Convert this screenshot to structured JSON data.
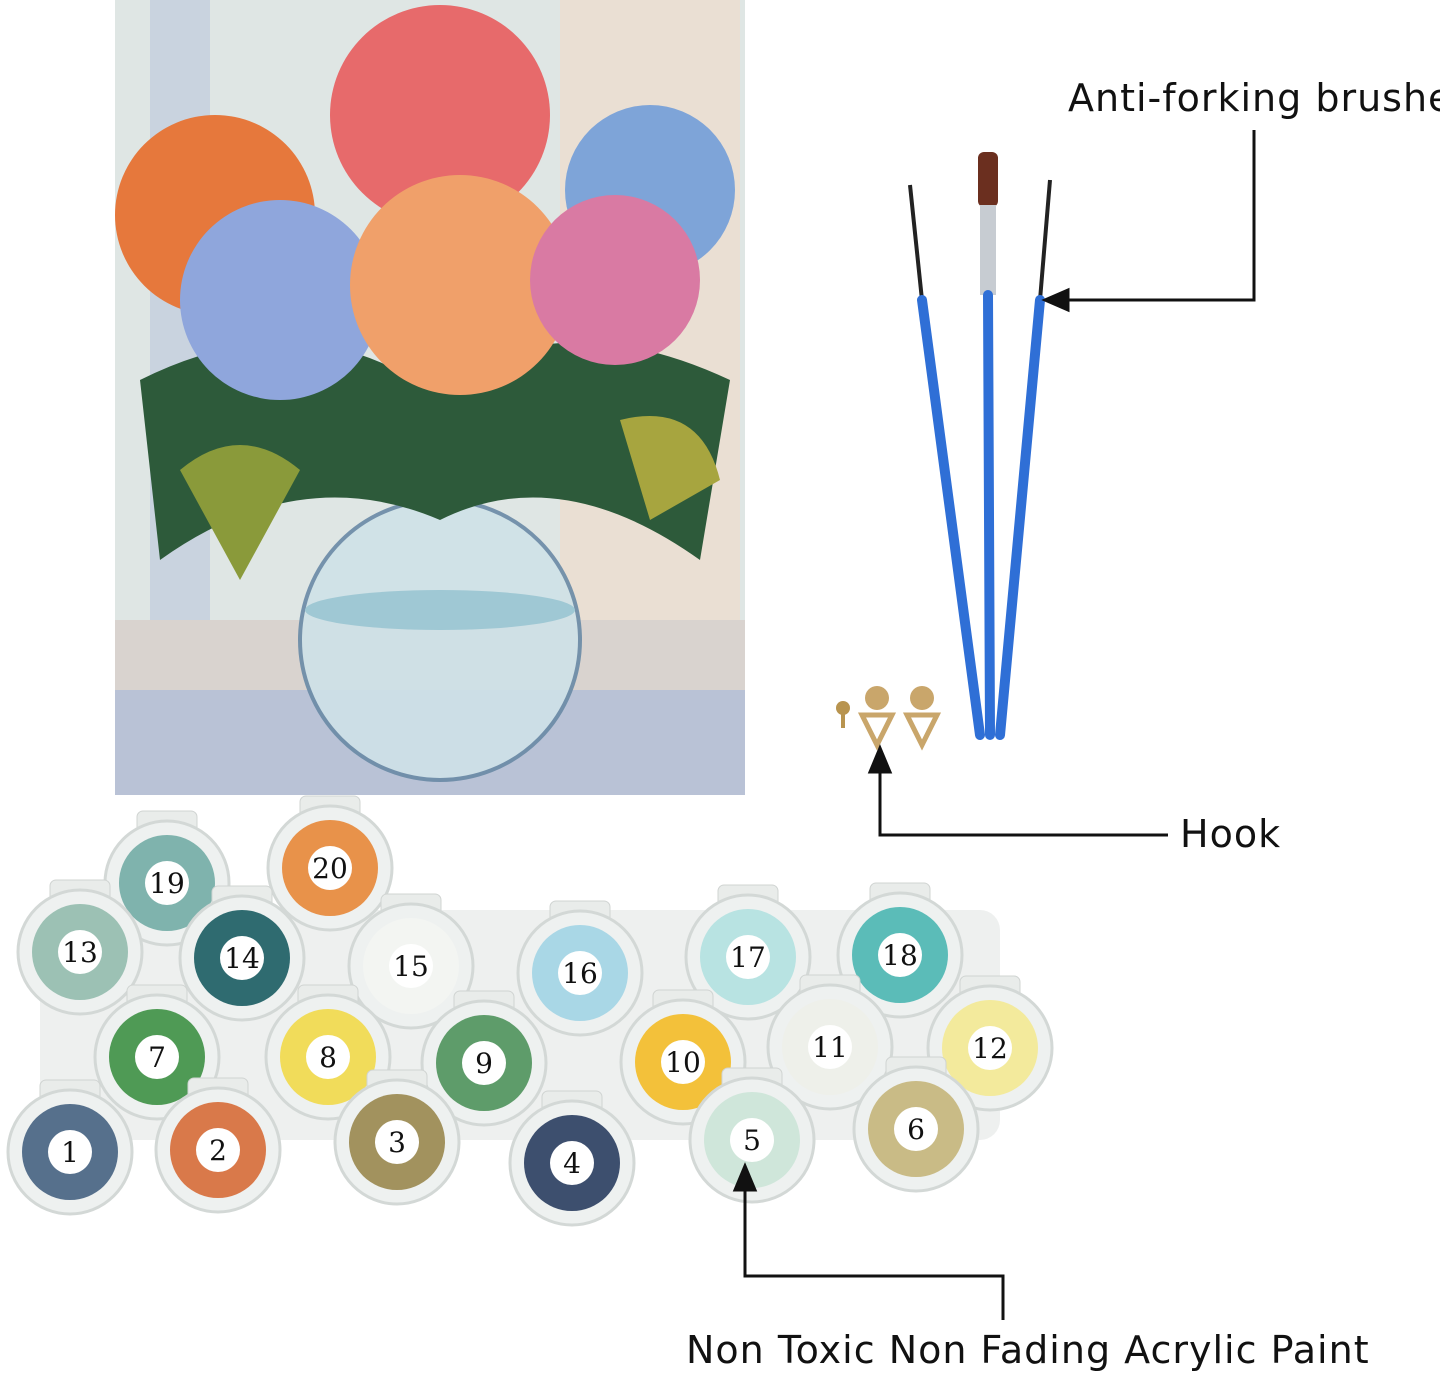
{
  "labels": {
    "brushes": "Anti-forking brushes",
    "hook": "Hook",
    "paint": "Non Toxic Non Fading Acrylic Paint"
  },
  "colors": {
    "brush_handle": "#2f6fd6",
    "label_text": "#111111",
    "hook_metal": "#c9a66b"
  },
  "paint_pots": [
    {
      "number": "19",
      "color": "#7fb3ad"
    },
    {
      "number": "20",
      "color": "#e8924a"
    },
    {
      "number": "13",
      "color": "#9cc1b4"
    },
    {
      "number": "14",
      "color": "#2f6b70"
    },
    {
      "number": "15",
      "color": "#f3f5f2"
    },
    {
      "number": "16",
      "color": "#a9d7e6"
    },
    {
      "number": "17",
      "color": "#b8e3e2"
    },
    {
      "number": "18",
      "color": "#5bbcb8"
    },
    {
      "number": "7",
      "color": "#4f9a55"
    },
    {
      "number": "8",
      "color": "#f1dc5a"
    },
    {
      "number": "9",
      "color": "#5e9c6a"
    },
    {
      "number": "10",
      "color": "#f3c13a"
    },
    {
      "number": "11",
      "color": "#eef0ea"
    },
    {
      "number": "12",
      "color": "#f3ea9c"
    },
    {
      "number": "1",
      "color": "#56708c"
    },
    {
      "number": "2",
      "color": "#d9794a"
    },
    {
      "number": "3",
      "color": "#a2925e"
    },
    {
      "number": "4",
      "color": "#3d4f6e"
    },
    {
      "number": "5",
      "color": "#cfe6da"
    },
    {
      "number": "6",
      "color": "#c9bb86"
    }
  ]
}
